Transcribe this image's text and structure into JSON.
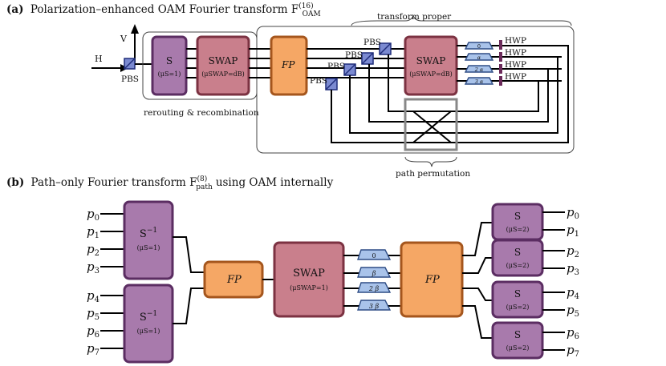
{
  "panel_a": {
    "title_prefix": "(a)",
    "title_text": "Polarization–enhanced OAM Fourier transform F",
    "title_sup": "(16)",
    "title_sub": "OAM",
    "input_label": "H",
    "vertical_label": "V",
    "pbs_label": "PBS",
    "s_box_title": "S",
    "s_box_param": "(μS=1)",
    "swap1_title": "SWAP",
    "swap1_param": "(μSWAP=dB)",
    "fp_label": "FP",
    "swap2_title": "SWAP",
    "swap2_param": "(μSWAP=dB)",
    "phases": [
      "0",
      "α",
      "2 α",
      "3 α"
    ],
    "hwp_label": "HWP",
    "transform_proper": "transform proper",
    "rerouting": "rerouting & recombination",
    "path_permutation": "path permutation"
  },
  "panel_b": {
    "title_prefix": "(b)",
    "title_text": "Path–only Fourier transform F",
    "title_sup": "(8)",
    "title_sub": "path",
    "title_suffix": "using OAM internally",
    "inputs": [
      "0",
      "1",
      "2",
      "3",
      "4",
      "5",
      "6",
      "7"
    ],
    "outputs": [
      "0",
      "1",
      "2",
      "3",
      "4",
      "5",
      "6",
      "7"
    ],
    "sinv_title": "S",
    "sinv_sup": "−1",
    "sinv_param": "(μS=1)",
    "fp_label": "FP",
    "swap_title": "SWAP",
    "swap_param": "(μSWAP=1)",
    "phases": [
      "0",
      "β",
      "2 β",
      "3 β"
    ],
    "s_out_title": "S",
    "s_out_param": "(μS=2)"
  },
  "colors": {
    "purple": "#a87aac",
    "pink": "#c97f8c",
    "orange": "#f5a765",
    "phase_blue": "#a9c3ea",
    "pbs_blue": "#7b8ad1"
  }
}
